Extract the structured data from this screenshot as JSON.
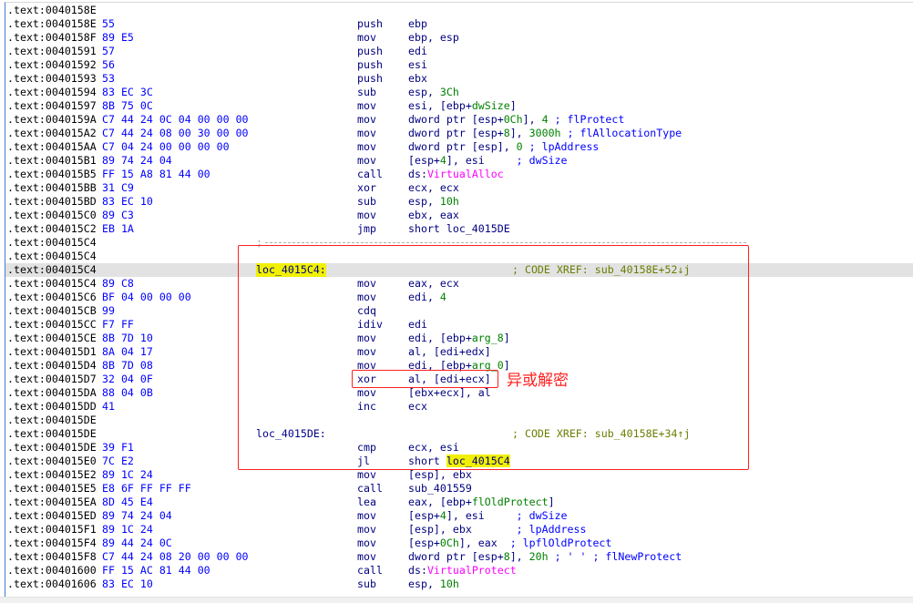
{
  "annotation": {
    "text": "异或解密",
    "color": "#ff2020"
  },
  "colors": {
    "number": "#008000",
    "import": "#ff00ff",
    "comment": "#0000ff",
    "xref": "#6b7d00",
    "highlight": "#f0f000"
  },
  "lines": [
    {
      "addr": ".text:0040158E"
    },
    {
      "addr": ".text:0040158E",
      "bytes": "55",
      "mnem": "push",
      "ops": [
        [
          "ebp",
          "r"
        ]
      ]
    },
    {
      "addr": ".text:0040158F",
      "bytes": "89 E5",
      "mnem": "mov",
      "ops": [
        [
          "ebp, esp",
          "r"
        ]
      ]
    },
    {
      "addr": ".text:00401591",
      "bytes": "57",
      "mnem": "push",
      "ops": [
        [
          "edi",
          "r"
        ]
      ]
    },
    {
      "addr": ".text:00401592",
      "bytes": "56",
      "mnem": "push",
      "ops": [
        [
          "esi",
          "r"
        ]
      ]
    },
    {
      "addr": ".text:00401593",
      "bytes": "53",
      "mnem": "push",
      "ops": [
        [
          "ebx",
          "r"
        ]
      ]
    },
    {
      "addr": ".text:00401594",
      "bytes": "83 EC 3C",
      "mnem": "sub",
      "ops": [
        [
          "esp, ",
          "r"
        ],
        [
          "3Ch",
          "n"
        ]
      ]
    },
    {
      "addr": ".text:00401597",
      "bytes": "8B 75 0C",
      "mnem": "mov",
      "ops": [
        [
          "esi, [ebp+",
          "r"
        ],
        [
          "dwSize",
          "v"
        ],
        [
          "]",
          "r"
        ]
      ]
    },
    {
      "addr": ".text:0040159A",
      "bytes": "C7 44 24 0C 04 00 00 00",
      "mnem": "mov",
      "ops": [
        [
          "dword ptr [esp+",
          "r"
        ],
        [
          "0Ch",
          "n"
        ],
        [
          "], ",
          "r"
        ],
        [
          "4",
          "n"
        ],
        [
          " ; flProtect",
          "c"
        ]
      ]
    },
    {
      "addr": ".text:004015A2",
      "bytes": "C7 44 24 08 00 30 00 00",
      "mnem": "mov",
      "ops": [
        [
          "dword ptr [esp+",
          "r"
        ],
        [
          "8",
          "n"
        ],
        [
          "], ",
          "r"
        ],
        [
          "3000h",
          "n"
        ],
        [
          " ; flAllocationType",
          "c"
        ]
      ]
    },
    {
      "addr": ".text:004015AA",
      "bytes": "C7 04 24 00 00 00 00",
      "mnem": "mov",
      "ops": [
        [
          "dword ptr [esp], ",
          "r"
        ],
        [
          "0",
          "n"
        ],
        [
          " ; lpAddress",
          "c"
        ]
      ]
    },
    {
      "addr": ".text:004015B1",
      "bytes": "89 74 24 04",
      "mnem": "mov",
      "ops": [
        [
          "[esp+",
          "r"
        ],
        [
          "4",
          "n"
        ],
        [
          "], esi     ",
          "r"
        ],
        [
          "; dwSize",
          "c"
        ]
      ]
    },
    {
      "addr": ".text:004015B5",
      "bytes": "FF 15 A8 81 44 00",
      "mnem": "call",
      "ops": [
        [
          "ds:",
          "r"
        ],
        [
          "VirtualAlloc",
          "i"
        ]
      ]
    },
    {
      "addr": ".text:004015BB",
      "bytes": "31 C9",
      "mnem": "xor",
      "ops": [
        [
          "ecx, ecx",
          "r"
        ]
      ]
    },
    {
      "addr": ".text:004015BD",
      "bytes": "83 EC 10",
      "mnem": "sub",
      "ops": [
        [
          "esp, ",
          "r"
        ],
        [
          "10h",
          "n"
        ]
      ]
    },
    {
      "addr": ".text:004015C0",
      "bytes": "89 C3",
      "mnem": "mov",
      "ops": [
        [
          "ebx, eax",
          "r"
        ]
      ]
    },
    {
      "addr": ".text:004015C2",
      "bytes": "EB 1A",
      "mnem": "jmp",
      "ops": [
        [
          "short loc_4015DE",
          "r"
        ]
      ]
    },
    {
      "addr": ".text:004015C4",
      "sep": ";"
    },
    {
      "addr": ".text:004015C4"
    },
    {
      "addr": ".text:004015C4",
      "label": "loc_4015C4:",
      "label_hl": true,
      "xref": "; CODE XREF: sub_40158E+52↓j",
      "current": true
    },
    {
      "addr": ".text:004015C4",
      "bytes": "89 C8",
      "mnem": "mov",
      "ops": [
        [
          "eax, ecx",
          "r"
        ]
      ]
    },
    {
      "addr": ".text:004015C6",
      "bytes": "BF 04 00 00 00",
      "mnem": "mov",
      "ops": [
        [
          "edi, ",
          "r"
        ],
        [
          "4",
          "n"
        ]
      ]
    },
    {
      "addr": ".text:004015CB",
      "bytes": "99",
      "mnem": "cdq",
      "ops": []
    },
    {
      "addr": ".text:004015CC",
      "bytes": "F7 FF",
      "mnem": "idiv",
      "ops": [
        [
          "edi",
          "r"
        ]
      ]
    },
    {
      "addr": ".text:004015CE",
      "bytes": "8B 7D 10",
      "mnem": "mov",
      "ops": [
        [
          "edi, [ebp+",
          "r"
        ],
        [
          "arg_8",
          "v"
        ],
        [
          "]",
          "r"
        ]
      ]
    },
    {
      "addr": ".text:004015D1",
      "bytes": "8A 04 17",
      "mnem": "mov",
      "ops": [
        [
          "al, [edi+edx]",
          "r"
        ]
      ]
    },
    {
      "addr": ".text:004015D4",
      "bytes": "8B 7D 08",
      "mnem": "mov",
      "ops": [
        [
          "edi, [ebp+",
          "r"
        ],
        [
          "arg_0",
          "v"
        ],
        [
          "]",
          "r"
        ]
      ]
    },
    {
      "addr": ".text:004015D7",
      "bytes": "32 04 0F",
      "mnem": "xor",
      "ops": [
        [
          "al, [edi+ecx]",
          "r"
        ]
      ]
    },
    {
      "addr": ".text:004015DA",
      "bytes": "88 04 0B",
      "mnem": "mov",
      "ops": [
        [
          "[ebx+ecx], al",
          "r"
        ]
      ]
    },
    {
      "addr": ".text:004015DD",
      "bytes": "41",
      "mnem": "inc",
      "ops": [
        [
          "ecx",
          "r"
        ]
      ]
    },
    {
      "addr": ".text:004015DE"
    },
    {
      "addr": ".text:004015DE",
      "label": "loc_4015DE:",
      "xref": "; CODE XREF: sub_40158E+34↑j"
    },
    {
      "addr": ".text:004015DE",
      "bytes": "39 F1",
      "mnem": "cmp",
      "ops": [
        [
          "ecx, esi",
          "r"
        ]
      ]
    },
    {
      "addr": ".text:004015E0",
      "bytes": "7C E2",
      "mnem": "jl",
      "ops": [
        [
          "short ",
          "r"
        ],
        [
          "loc_4015C4",
          "hl"
        ]
      ]
    },
    {
      "addr": ".text:004015E2",
      "bytes": "89 1C 24",
      "mnem": "mov",
      "ops": [
        [
          "[esp], ebx",
          "r"
        ]
      ]
    },
    {
      "addr": ".text:004015E5",
      "bytes": "E8 6F FF FF FF",
      "mnem": "call",
      "ops": [
        [
          "sub_401559",
          "r"
        ]
      ]
    },
    {
      "addr": ".text:004015EA",
      "bytes": "8D 45 E4",
      "mnem": "lea",
      "ops": [
        [
          "eax, [ebp+",
          "r"
        ],
        [
          "flOldProtect",
          "v"
        ],
        [
          "]",
          "r"
        ]
      ]
    },
    {
      "addr": ".text:004015ED",
      "bytes": "89 74 24 04",
      "mnem": "mov",
      "ops": [
        [
          "[esp+",
          "r"
        ],
        [
          "4",
          "n"
        ],
        [
          "], esi     ",
          "r"
        ],
        [
          "; dwSize",
          "c"
        ]
      ]
    },
    {
      "addr": ".text:004015F1",
      "bytes": "89 1C 24",
      "mnem": "mov",
      "ops": [
        [
          "[esp], ebx       ",
          "r"
        ],
        [
          "; lpAddress",
          "c"
        ]
      ]
    },
    {
      "addr": ".text:004015F4",
      "bytes": "89 44 24 0C",
      "mnem": "mov",
      "ops": [
        [
          "[esp+",
          "r"
        ],
        [
          "0Ch",
          "n"
        ],
        [
          "], eax  ",
          "r"
        ],
        [
          "; lpflOldProtect",
          "c"
        ]
      ]
    },
    {
      "addr": ".text:004015F8",
      "bytes": "C7 44 24 08 20 00 00 00",
      "mnem": "mov",
      "ops": [
        [
          "dword ptr [esp+",
          "r"
        ],
        [
          "8",
          "n"
        ],
        [
          "], ",
          "r"
        ],
        [
          "20h",
          "n"
        ],
        [
          " ; ' ' ; flNewProtect",
          "c"
        ]
      ]
    },
    {
      "addr": ".text:00401600",
      "bytes": "FF 15 AC 81 44 00",
      "mnem": "call",
      "ops": [
        [
          "ds:",
          "r"
        ],
        [
          "VirtualProtect",
          "i"
        ]
      ]
    },
    {
      "addr": ".text:00401606",
      "bytes": "83 EC 10",
      "mnem": "sub",
      "ops": [
        [
          "esp, ",
          "r"
        ],
        [
          "10h",
          "n"
        ]
      ]
    }
  ]
}
